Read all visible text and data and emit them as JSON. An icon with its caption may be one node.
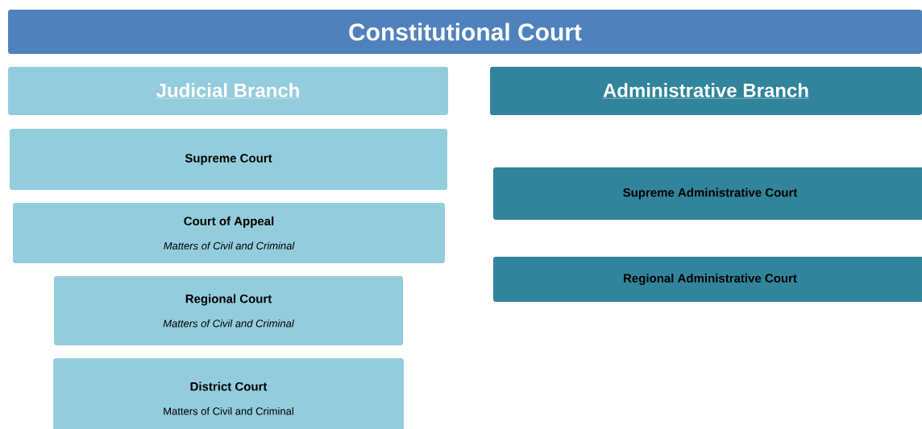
{
  "diagram": {
    "nodes": [
      {
        "text": [
          "Constitutional Court"
        ]
      },
      {
        "text": [
          "Judicial Branch"
        ]
      },
      {
        "text": [
          "Administrative Branch"
        ]
      },
      {
        "text": [
          "Supreme Court"
        ]
      },
      {
        "text": [
          "Court of Appeal",
          "Matters of Civil and Criminal"
        ]
      },
      {
        "text": [
          "Regional Court",
          "Matters of Civil and Criminal"
        ]
      },
      {
        "text": [
          "District Court",
          "Matters of Civil and Criminal"
        ]
      },
      {
        "text": [
          "Supreme Administrative Court"
        ]
      },
      {
        "text": [
          "Regional Administrative Court"
        ]
      }
    ]
  }
}
